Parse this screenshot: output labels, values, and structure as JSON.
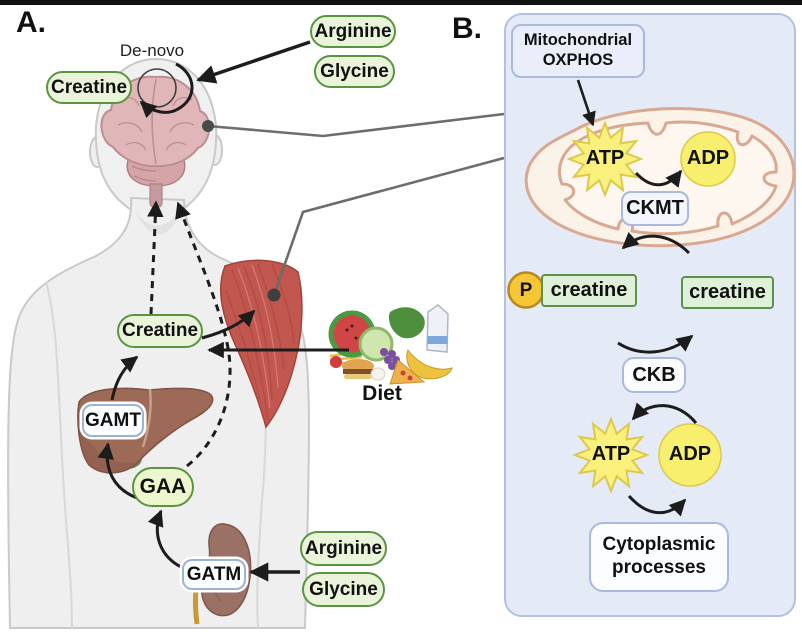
{
  "figure": {
    "panel_a": {
      "label": "A.",
      "de_novo": "De-novo",
      "diet": "Diet",
      "creatine_brain": "Creatine",
      "arginine_top": "Arginine",
      "glycine_top": "Glycine",
      "creatine_mid": "Creatine",
      "gamt": "GAMT",
      "gaa": "GAA",
      "gatm": "GATM",
      "arginine_bottom": "Arginine",
      "glycine_bottom": "Glycine"
    },
    "panel_b": {
      "label": "B.",
      "oxphos_line1": "Mitochondrial",
      "oxphos_line2": "OXPHOS",
      "atp_mito": "ATP",
      "adp_mito": "ADP",
      "ckmt": "CKMT",
      "p": "P",
      "phosphocreatine": "creatine",
      "creatine": "creatine",
      "ckb": "CKB",
      "atp_cyto": "ATP",
      "adp_cyto": "ADP",
      "cyto_line1": "Cytoplasmic",
      "cyto_line2": "processes"
    },
    "colors": {
      "pill_green_border": "#5b9440",
      "pill_green_fill": "#eaf4da",
      "gaa_fill": "#edf6cd",
      "panel_b_bg": "#e4eaf6",
      "panel_b_border": "#b3c0e2",
      "enzyme_box_border": "#9db3d6",
      "mito_membrane": "#d9a892",
      "mito_fill": "#fbf2e8",
      "atp_yellow": "#f9f07e",
      "adp_yellow": "#f7ef6d",
      "p_gold": "#f5c636",
      "creatine_box_fill": "#def0d8",
      "creatine_box_border": "#5d9150",
      "muscle_red": "#c2574f",
      "liver_brown": "#9c6a57",
      "kidney_brown": "#9a7164",
      "brain_pink": "#e0b6b8",
      "connector_gray": "#6d6d6d"
    }
  }
}
